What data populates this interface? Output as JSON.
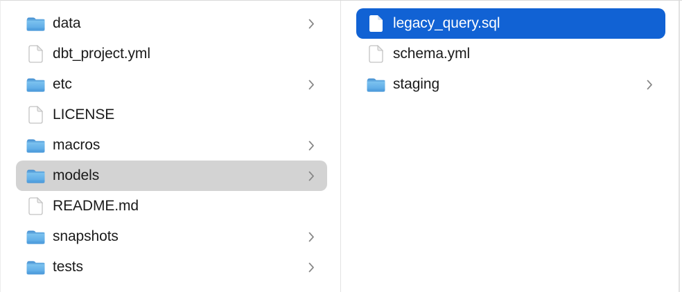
{
  "colors": {
    "selection_blue": "#1162d4",
    "selection_gray": "#d3d3d3",
    "divider": "#e2e2e2",
    "text": "#1a1a1a",
    "text_selected": "#ffffff",
    "chevron": "#868686",
    "folder_blue_light": "#83c7f2",
    "folder_blue_dark": "#52a3e2"
  },
  "columns": [
    {
      "name": "left",
      "items": [
        {
          "label": "data",
          "type": "folder",
          "has_chevron": true,
          "selected": false
        },
        {
          "label": "dbt_project.yml",
          "type": "file",
          "has_chevron": false,
          "selected": false
        },
        {
          "label": "etc",
          "type": "folder",
          "has_chevron": true,
          "selected": false
        },
        {
          "label": "LICENSE",
          "type": "file",
          "has_chevron": false,
          "selected": false
        },
        {
          "label": "macros",
          "type": "folder",
          "has_chevron": true,
          "selected": false
        },
        {
          "label": "models",
          "type": "folder",
          "has_chevron": true,
          "selected": true,
          "selection_style": "gray"
        },
        {
          "label": "README.md",
          "type": "file",
          "has_chevron": false,
          "selected": false
        },
        {
          "label": "snapshots",
          "type": "folder",
          "has_chevron": true,
          "selected": false
        },
        {
          "label": "tests",
          "type": "folder",
          "has_chevron": true,
          "selected": false
        }
      ]
    },
    {
      "name": "right",
      "items": [
        {
          "label": "legacy_query.sql",
          "type": "file",
          "has_chevron": false,
          "selected": true,
          "selection_style": "blue"
        },
        {
          "label": "schema.yml",
          "type": "file",
          "has_chevron": false,
          "selected": false
        },
        {
          "label": "staging",
          "type": "folder",
          "has_chevron": true,
          "selected": false
        }
      ]
    }
  ]
}
